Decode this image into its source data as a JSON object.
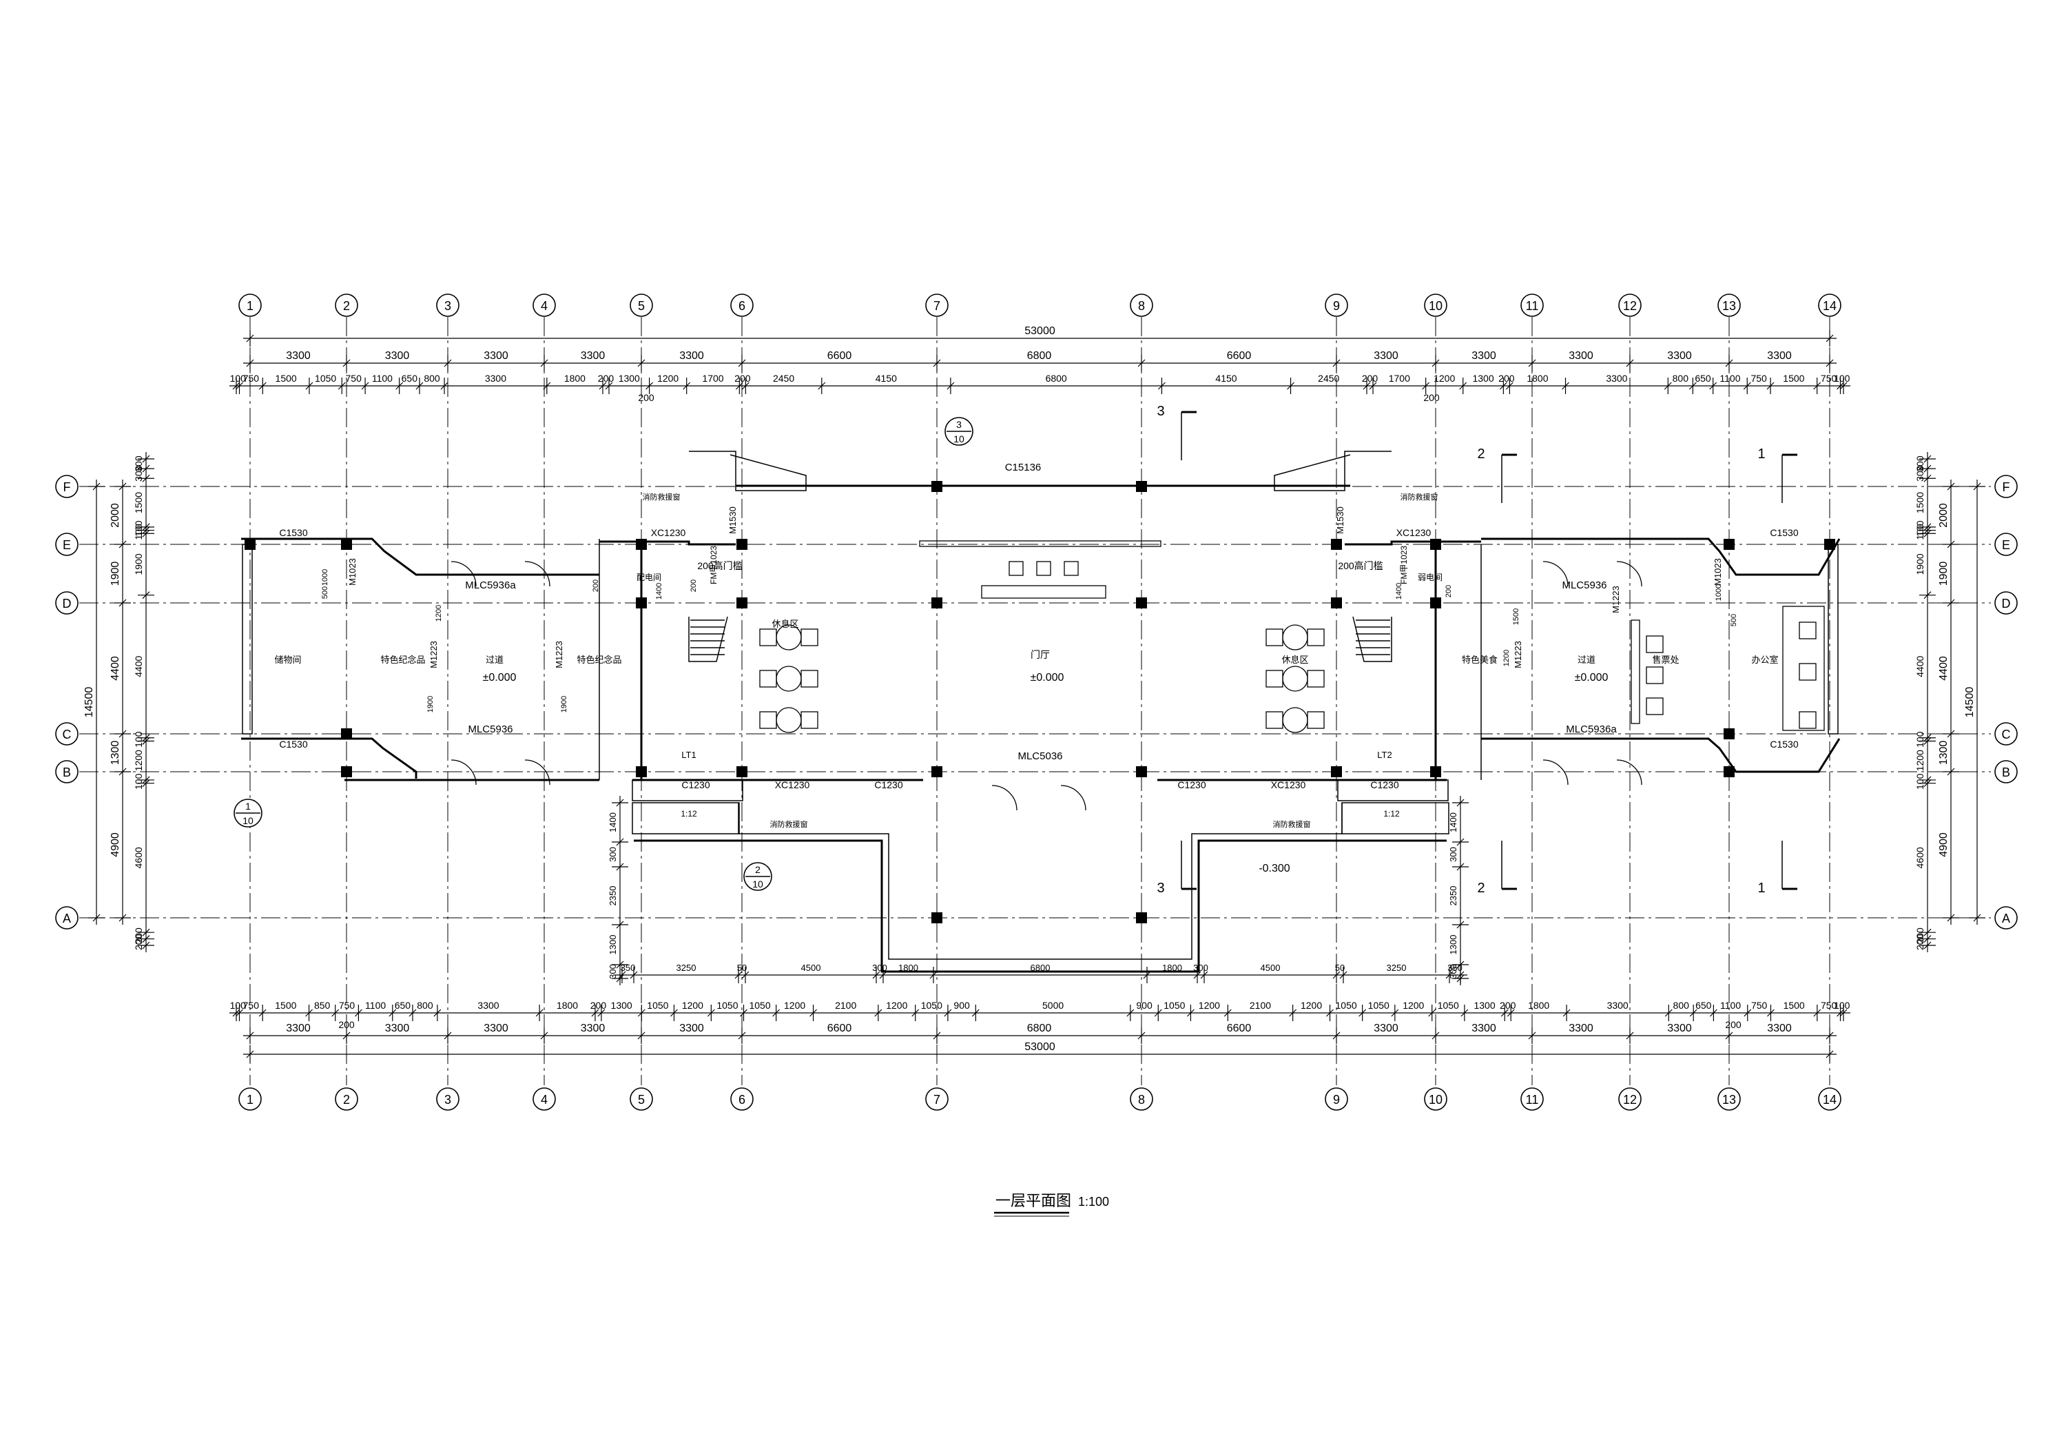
{
  "drawing": {
    "title": "一层平面图",
    "scale": "1:100"
  },
  "axes": {
    "vertical": [
      "1",
      "2",
      "3",
      "4",
      "5",
      "6",
      "7",
      "8",
      "9",
      "10",
      "11",
      "12",
      "13",
      "14"
    ],
    "horizontal": [
      "F",
      "E",
      "D",
      "C",
      "B",
      "A"
    ]
  },
  "dimensions": {
    "total": "53000",
    "bays_top": [
      "3300",
      "3300",
      "3300",
      "3300",
      "3300",
      "6600",
      "6800",
      "6600",
      "3300",
      "3300",
      "3300",
      "3300",
      "3300"
    ],
    "bays_bottom": [
      "3300",
      "3300",
      "3300",
      "3300",
      "3300",
      "6600",
      "6800",
      "6600",
      "3300",
      "3300",
      "3300",
      "3300",
      "3300"
    ],
    "detail_top": [
      "100",
      "750",
      "1500",
      "1050",
      "750",
      "1100",
      "650",
      "800",
      "3300",
      "1800",
      "200",
      "1300",
      "1200",
      "1700",
      "200",
      "2450",
      "4150",
      "6800",
      "4150",
      "2450",
      "200",
      "1700",
      "1200",
      "1300",
      "200",
      "1800",
      "3300",
      "800",
      "650",
      "1100",
      "750",
      "1500",
      "750",
      "100"
    ],
    "detail_top_sub": [
      "200",
      "200"
    ],
    "detail_bottom": [
      "100",
      "750",
      "1500",
      "850",
      "750",
      "1100",
      "650",
      "800",
      "3300",
      "1800",
      "200",
      "1300",
      "1050",
      "1200",
      "1050",
      "1050",
      "1200",
      "2100",
      "1200",
      "1050",
      "900",
      "5000",
      "900",
      "1050",
      "1200",
      "2100",
      "1200",
      "1050",
      "1050",
      "1200",
      "1050",
      "1300",
      "200",
      "1800",
      "3300",
      "800",
      "650",
      "1100",
      "750",
      "1500",
      "750",
      "100"
    ],
    "detail_bottom_sub": [
      "200",
      "200"
    ],
    "left_total": "14500",
    "left_bays": [
      "2000",
      "1900",
      "4400",
      "1300",
      "4900"
    ],
    "left_detail": [
      "300",
      "300",
      "1500",
      "100",
      "100",
      "1900",
      "4400",
      "100",
      "1200",
      "100",
      "4600",
      "200",
      "200"
    ],
    "right_total": "14500",
    "right_bays": [
      "2000",
      "1900",
      "4400",
      "1300",
      "4900"
    ],
    "right_detail": [
      "300",
      "300",
      "1500",
      "100",
      "100",
      "1900",
      "4400",
      "100",
      "1200",
      "100",
      "4600",
      "200",
      "200"
    ],
    "terrace_left": [
      "1400",
      "300",
      "2350",
      "1300",
      "300"
    ],
    "terrace_right": [
      "1400",
      "300",
      "2350",
      "1300",
      "300"
    ],
    "terrace_bottom": [
      "350",
      "3250",
      "50",
      "4500",
      "300",
      "1800",
      "6800",
      "1800",
      "300",
      "4500",
      "50",
      "3250",
      "350"
    ],
    "terrace_inner": [
      "300",
      "300",
      "300",
      "300",
      "300"
    ]
  },
  "rooms": {
    "left": [
      "储物间",
      "特色纪念品",
      "过道",
      "特色纪念品"
    ],
    "center": [
      "休息区",
      "门厅",
      "休息区"
    ],
    "right": [
      "特色美食",
      "过道",
      "售票处",
      "办公室"
    ],
    "small_left": "配电间",
    "small_right": "弱电间",
    "stair_left": "LT1",
    "stair_right": "LT2"
  },
  "elevations": {
    "left_passage": "±0.000",
    "hall": "±0.000",
    "right_passage": "±0.000",
    "terrace": "-0.300"
  },
  "openings": {
    "top_window": "C15136",
    "main_door": "MLC5036",
    "left_c1530_top": "C1530",
    "left_c1530_bottom": "C1530",
    "right_c1530_top": "C1530",
    "right_c1530_bottom": "C1530",
    "left_mlc_top": "MLC5936a",
    "left_mlc_bottom": "MLC5936",
    "right_mlc_top": "MLC5936",
    "right_mlc_bottom": "MLC5936a",
    "m1023": "M1023",
    "m1223": "M1223",
    "m1530": "M1530",
    "fm": "FM甲1023",
    "xc1230": "XC1230",
    "c1230": "C1230",
    "fire_door": "200高门槛",
    "fire_window": "消防救援窗",
    "ramp": "1:12"
  },
  "small_dims": [
    "500",
    "1000",
    "1900",
    "1200",
    "1900",
    "200",
    "1400",
    "200",
    "1400",
    "200",
    "1500",
    "1200",
    "500",
    "1000"
  ],
  "sections": {
    "s1": "1",
    "s2": "2",
    "s3": "3"
  },
  "detail_refs": [
    {
      "num": "3",
      "sheet": "10"
    },
    {
      "num": "1",
      "sheet": "10"
    },
    {
      "num": "2",
      "sheet": "10"
    }
  ]
}
